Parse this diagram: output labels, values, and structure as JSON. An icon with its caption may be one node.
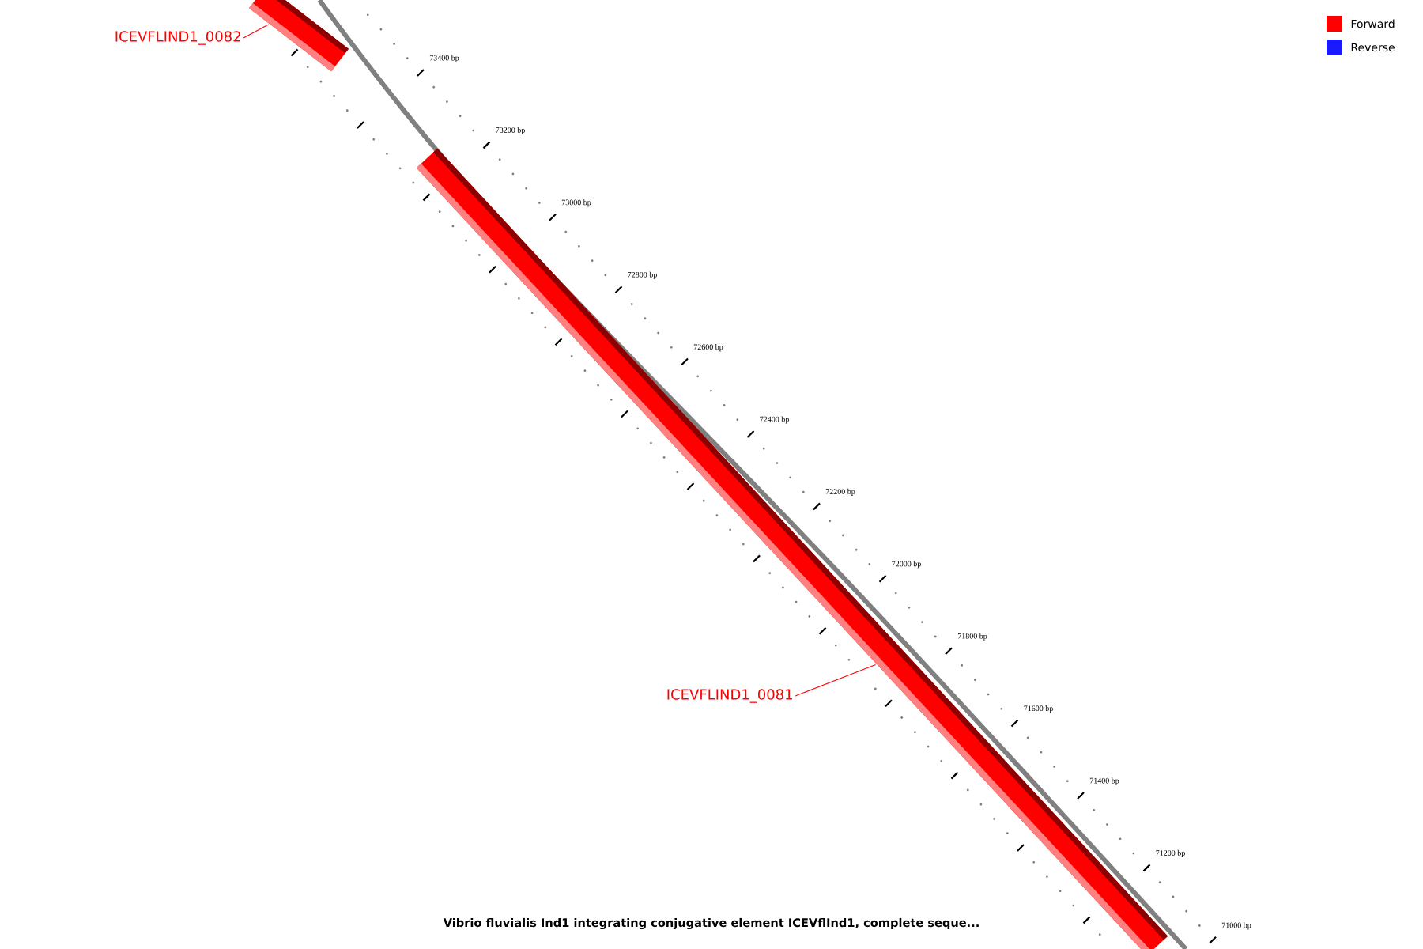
{
  "diagram": {
    "caption": "Vibrio fluvialis Ind1 integrating conjugative element ICEVflInd1, complete seque...",
    "nodes": [
      {
        "text": [
          "ICEVFLIND1_0082"
        ]
      },
      {
        "text": [],
        "shape": "bar"
      },
      {
        "text": [
          "ICEVFLIND1_0081"
        ]
      },
      {
        "text": [],
        "shape": "bar"
      }
    ],
    "edges": [
      {
        "from": 0,
        "to": 1,
        "arrow": "none",
        "color": "#ff0000"
      },
      {
        "from": 2,
        "to": 3,
        "arrow": "none",
        "color": "#ff0000"
      }
    ],
    "labels": [
      "73400 bp",
      "73200 bp",
      "73000 bp",
      "72800 bp",
      "72600 bp",
      "72400 bp",
      "72200 bp",
      "72000 bp",
      "71800 bp",
      "71600 bp",
      "71400 bp",
      "71200 bp",
      "71000 bp"
    ],
    "legend": [
      {
        "text": "Forward",
        "color": "#ff0000"
      },
      {
        "text": "Reverse",
        "color": "#1a1aff"
      }
    ]
  }
}
